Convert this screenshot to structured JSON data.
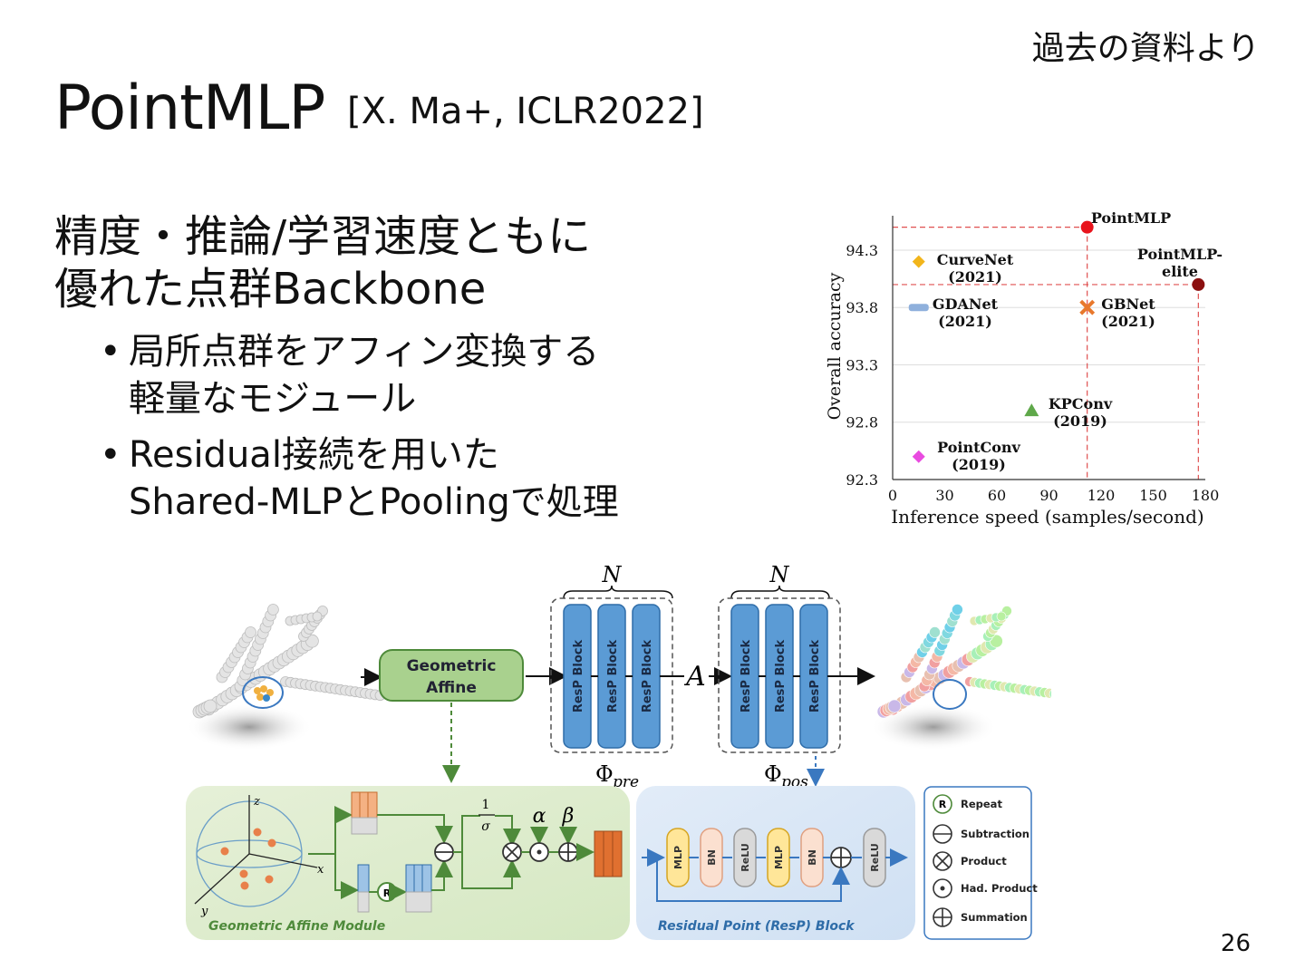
{
  "source_note": "過去の資料より",
  "title": {
    "main": "PointMLP",
    "citation": "[X. Ma+, ICLR2022]"
  },
  "lead": [
    "精度・推論/学習速度ともに",
    "優れた点群Backbone"
  ],
  "bullets": [
    {
      "marker": "•",
      "lines": [
        "局所点群をアフィン変換する",
        "軽量なモジュール"
      ]
    },
    {
      "marker": "•",
      "lines": [
        "Residual接続を用いた",
        "Shared-MLPとPoolingで処理"
      ]
    }
  ],
  "page_number": "26",
  "chart_data": {
    "type": "scatter",
    "xlabel": "Inference speed (samples/second)",
    "ylabel": "Overall accuracy",
    "xlim": [
      0,
      180
    ],
    "ylim": [
      92.3,
      94.6
    ],
    "x_ticks": [
      "0",
      "30",
      "60",
      "90",
      "120",
      "150",
      "180"
    ],
    "y_ticks": [
      "92.3",
      "92.8",
      "93.3",
      "93.8",
      "94.3"
    ],
    "grid": true,
    "points": [
      {
        "label": "PointMLP",
        "year": "",
        "x": 112,
        "y": 94.5,
        "color": "#e8141c",
        "marker": "circle"
      },
      {
        "label": "PointMLP-",
        "label2": "elite",
        "year": "",
        "x": 176,
        "y": 94.0,
        "color": "#8b1010",
        "marker": "circle"
      },
      {
        "label": "CurveNet",
        "year": "(2021)",
        "x": 15,
        "y": 94.2,
        "color": "#f2b51b",
        "marker": "diamond"
      },
      {
        "label": "GDANet",
        "year": "(2021)",
        "x": 15,
        "y": 93.8,
        "color": "#8fb0dc",
        "marker": "bar"
      },
      {
        "label": "GBNet",
        "year": "(2021)",
        "x": 112,
        "y": 93.8,
        "color": "#e8782c",
        "marker": "cross"
      },
      {
        "label": "KPConv",
        "year": "(2019)",
        "x": 80,
        "y": 92.9,
        "color": "#5fa84a",
        "marker": "triangle"
      },
      {
        "label": "PointConv",
        "year": "(2019)",
        "x": 15,
        "y": 92.5,
        "color": "#e94be0",
        "marker": "diamond"
      }
    ]
  },
  "diagram": {
    "geometric_affine": [
      "Geometric",
      "Affine"
    ],
    "resp_block": "ResP Block",
    "N": "N",
    "A": "A",
    "phi_pre": "pre",
    "phi_pos": "pos",
    "phi_symbol": "Φ",
    "gam_title": "Geometric Affine Module",
    "resp_title": "Residual Point (ResP) Block",
    "one": "1",
    "sigma": "σ",
    "alpha": "α",
    "beta": "β",
    "axis_x": "x",
    "axis_y": "y",
    "axis_z": "z",
    "repeat_symbol": "R",
    "resp_ops": [
      "MLP",
      "BN",
      "ReLU",
      "MLP",
      "BN",
      "ReLU"
    ],
    "legend": [
      "Repeat",
      "Subtraction",
      "Product",
      "Had. Product",
      "Summation"
    ]
  }
}
